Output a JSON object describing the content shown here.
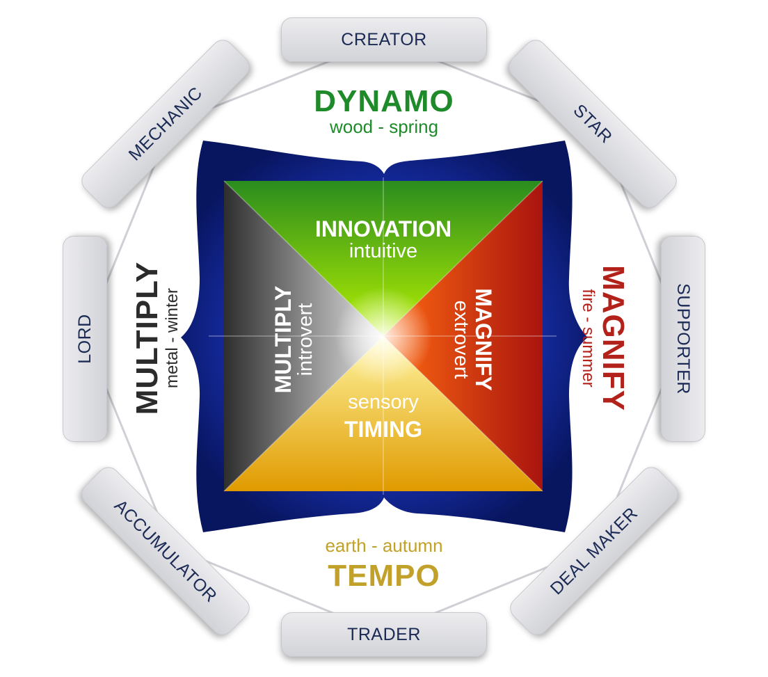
{
  "colors": {
    "dynamo": "#1e8a2a",
    "magnify": "#b3221a",
    "tempo": "#c2a12b",
    "multiply": "#2b2b2b",
    "outer_blue": "#0a1a6e",
    "pill_text": "#1b2a55"
  },
  "outer_profiles": {
    "top": "CREATOR",
    "top_right": "STAR",
    "right": "SUPPORTER",
    "bottom_right": "DEAL MAKER",
    "bottom": "TRADER",
    "bottom_left": "ACCUMULATOR",
    "left": "LORD",
    "top_left": "MECHANIC"
  },
  "frequencies": {
    "dynamo": {
      "name": "DYNAMO",
      "element_season": "wood - spring"
    },
    "magnify": {
      "name": "MAGNIFY",
      "element_season": "fire - summer"
    },
    "tempo": {
      "name": "TEMPO",
      "element_season": "earth - autumn"
    },
    "multiply": {
      "name": "MULTIPLY",
      "element_season": "metal - winter"
    }
  },
  "quadrants": {
    "top": {
      "title": "INNOVATION",
      "sub": "intuitive"
    },
    "right": {
      "title": "MAGNIFY",
      "sub": "extrovert"
    },
    "bottom": {
      "title": "TIMING",
      "sub": "sensory"
    },
    "left": {
      "title": "MULTIPLY",
      "sub": "introvert"
    }
  }
}
